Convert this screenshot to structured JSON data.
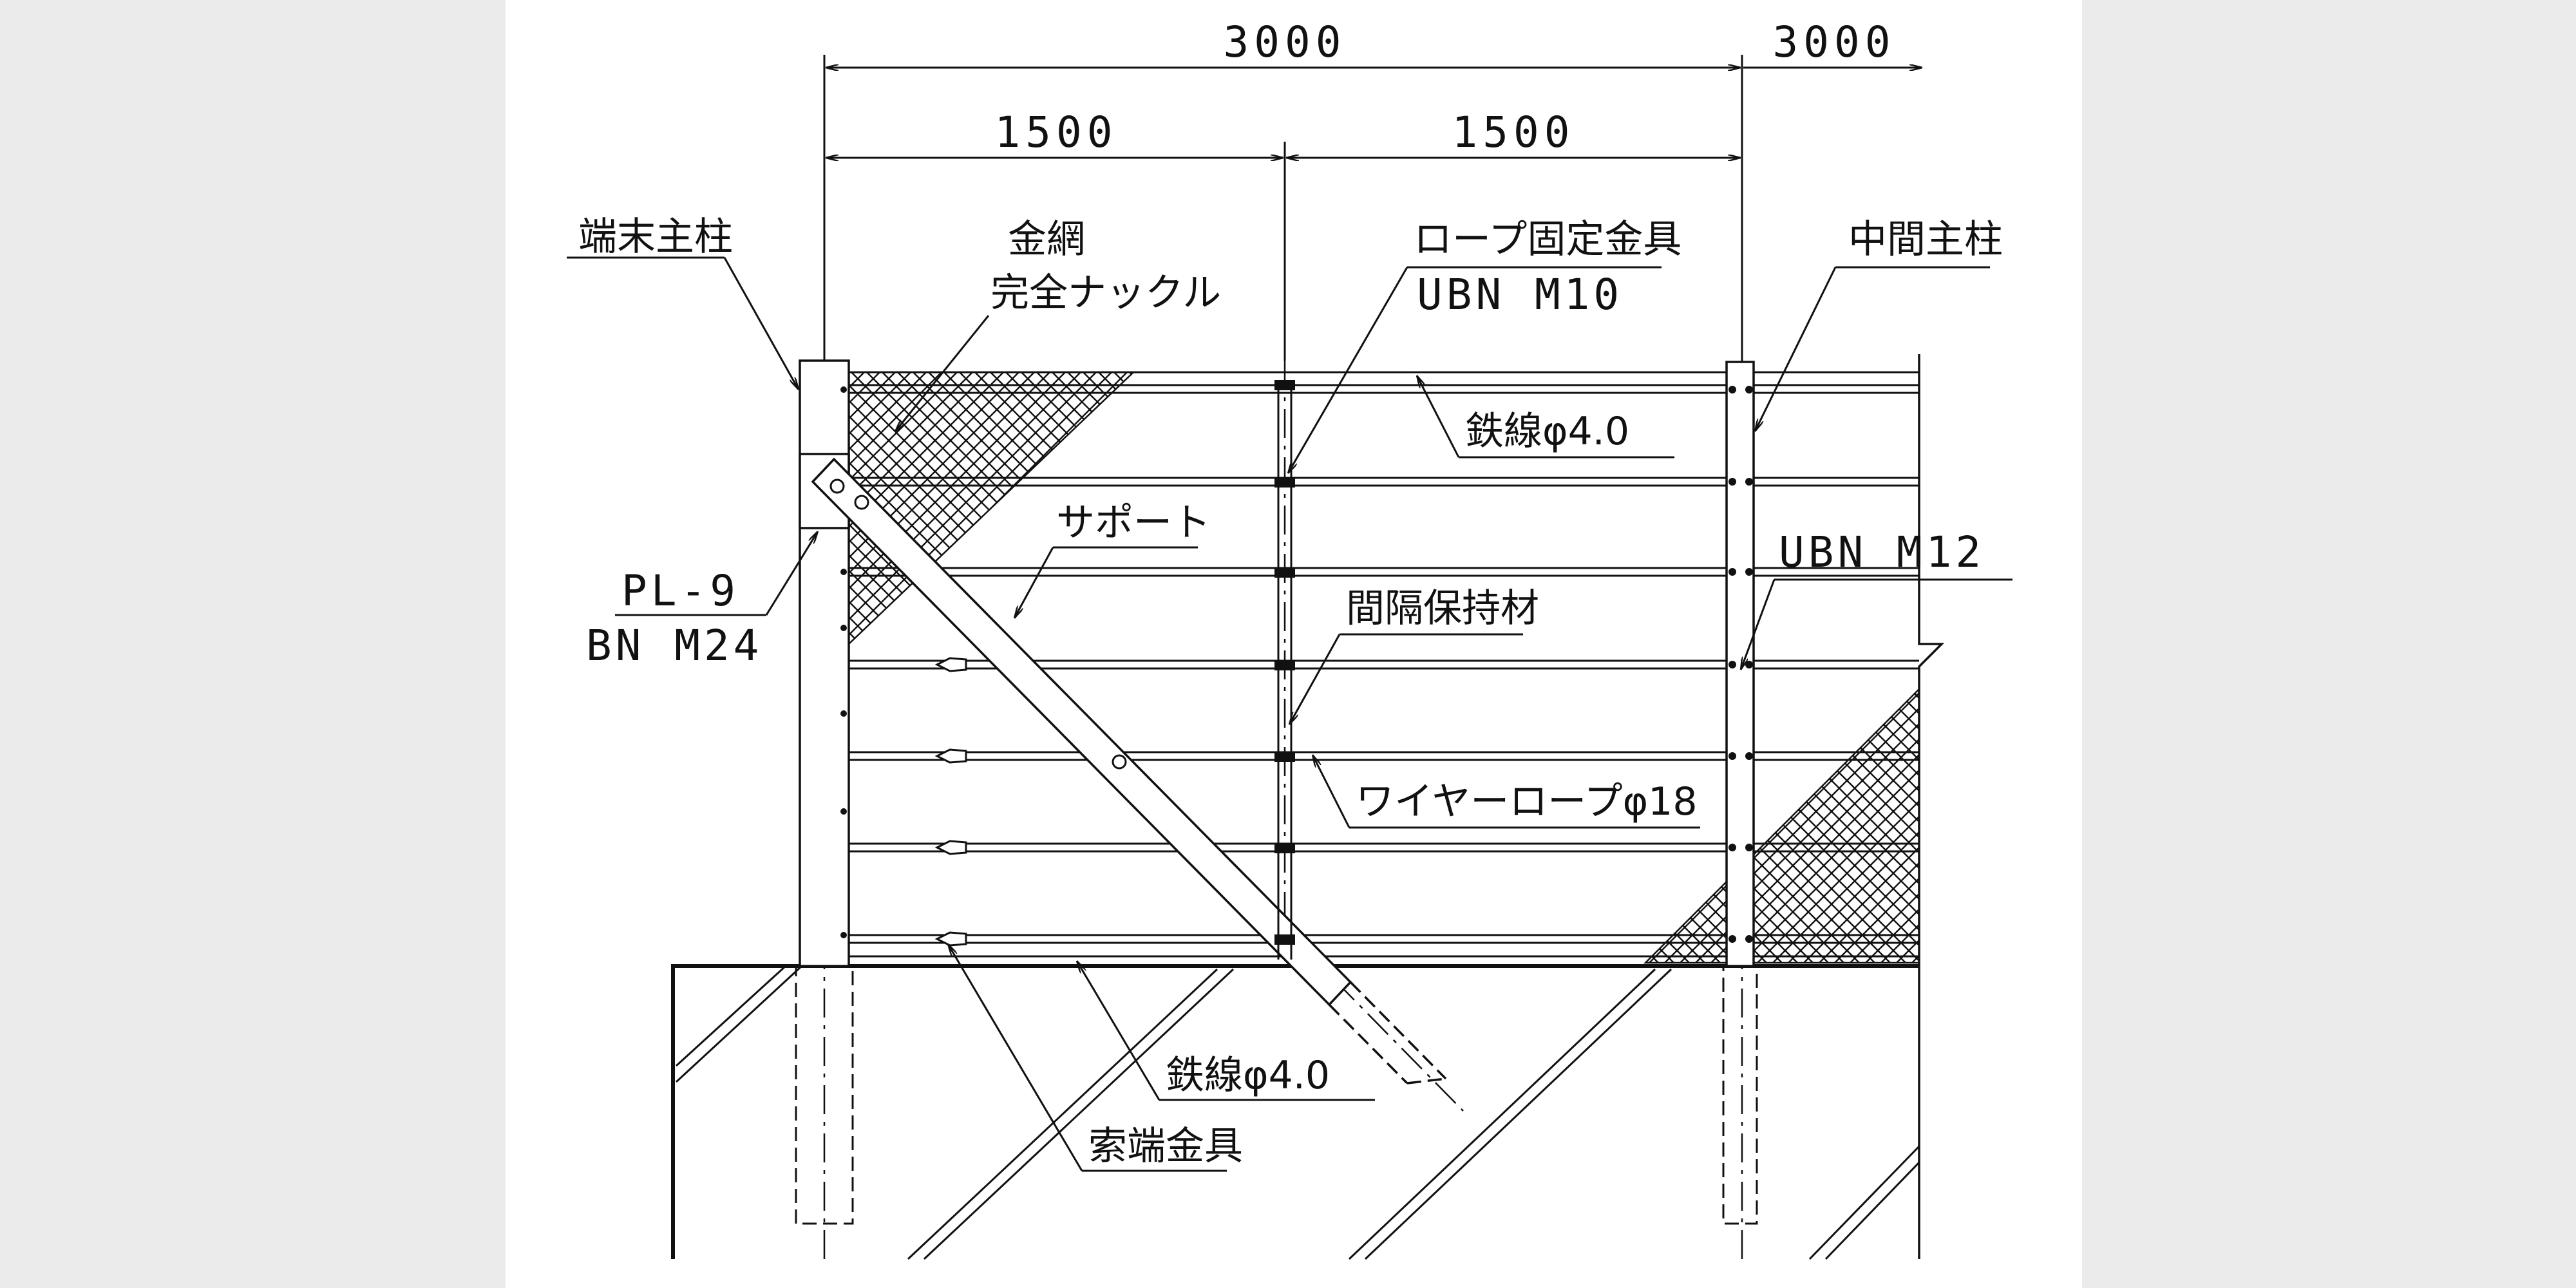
{
  "dimensions": {
    "overall": "3000",
    "next_span": "3000",
    "half_left": "1500",
    "half_right": "1500"
  },
  "labels": {
    "end_post": "端末主柱",
    "wire_mesh": "金網",
    "full_knuckle": "完全ナックル",
    "rope_clamp": "ロープ固定金具",
    "rope_clamp_spec": "UBN M10",
    "middle_post": "中間主柱",
    "steel_wire_top": "鉄線φ4.0",
    "support": "サポート",
    "plate": "PL-9",
    "bolt": "BN M24",
    "ubn_m12": "UBN M12",
    "spacer": "間隔保持材",
    "wire_rope": "ワイヤーロープφ18",
    "steel_wire_bottom": "鉄線φ4.0",
    "rope_end_fitting": "索端金具"
  },
  "colors": {
    "line": "#111111",
    "paper": "#ffffff",
    "margin": "#ebebeb"
  }
}
